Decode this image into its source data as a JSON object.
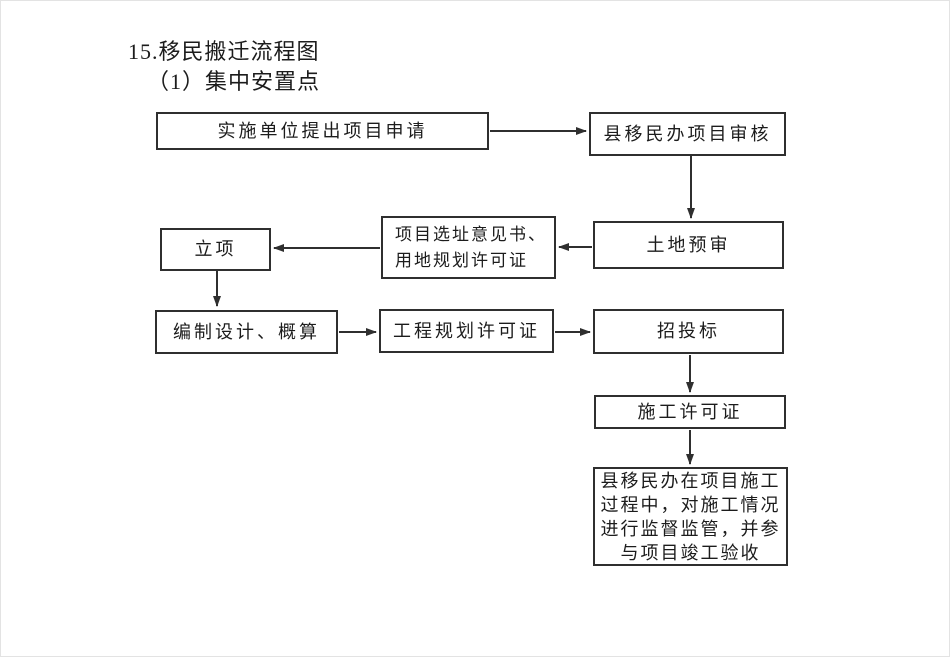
{
  "page": {
    "title": "15.移民搬迁流程图",
    "subtitle": "（1）集中安置点"
  },
  "colors": {
    "line": "#2f2f2f",
    "background": "#ffffff"
  },
  "chart_data": {
    "type": "flowchart",
    "title": "15.移民搬迁流程图",
    "subtitle": "（1）集中安置点",
    "nodes": [
      {
        "id": "apply",
        "label": "实施单位提出项目申请"
      },
      {
        "id": "county-review",
        "label": "县移民办项目审核"
      },
      {
        "id": "land-preexam",
        "label": "土地预审"
      },
      {
        "id": "site-opinion",
        "label": "项目选址意见书、\n用地规划许可证"
      },
      {
        "id": "project-approval",
        "label": "立项"
      },
      {
        "id": "design-budget",
        "label": "编制设计、概算"
      },
      {
        "id": "planning-permit",
        "label": "工程规划许可证"
      },
      {
        "id": "bidding",
        "label": "招投标"
      },
      {
        "id": "construction-permit",
        "label": "施工许可证"
      },
      {
        "id": "supervision",
        "label": "县移民办在项目施工\n过程中，对施工情况\n进行监督监管，并参\n与项目竣工验收"
      }
    ],
    "edges": [
      {
        "from": "apply",
        "to": "county-review"
      },
      {
        "from": "county-review",
        "to": "land-preexam"
      },
      {
        "from": "land-preexam",
        "to": "site-opinion"
      },
      {
        "from": "site-opinion",
        "to": "project-approval"
      },
      {
        "from": "project-approval",
        "to": "design-budget"
      },
      {
        "from": "design-budget",
        "to": "planning-permit"
      },
      {
        "from": "planning-permit",
        "to": "bidding"
      },
      {
        "from": "bidding",
        "to": "construction-permit"
      },
      {
        "from": "construction-permit",
        "to": "supervision"
      }
    ]
  }
}
